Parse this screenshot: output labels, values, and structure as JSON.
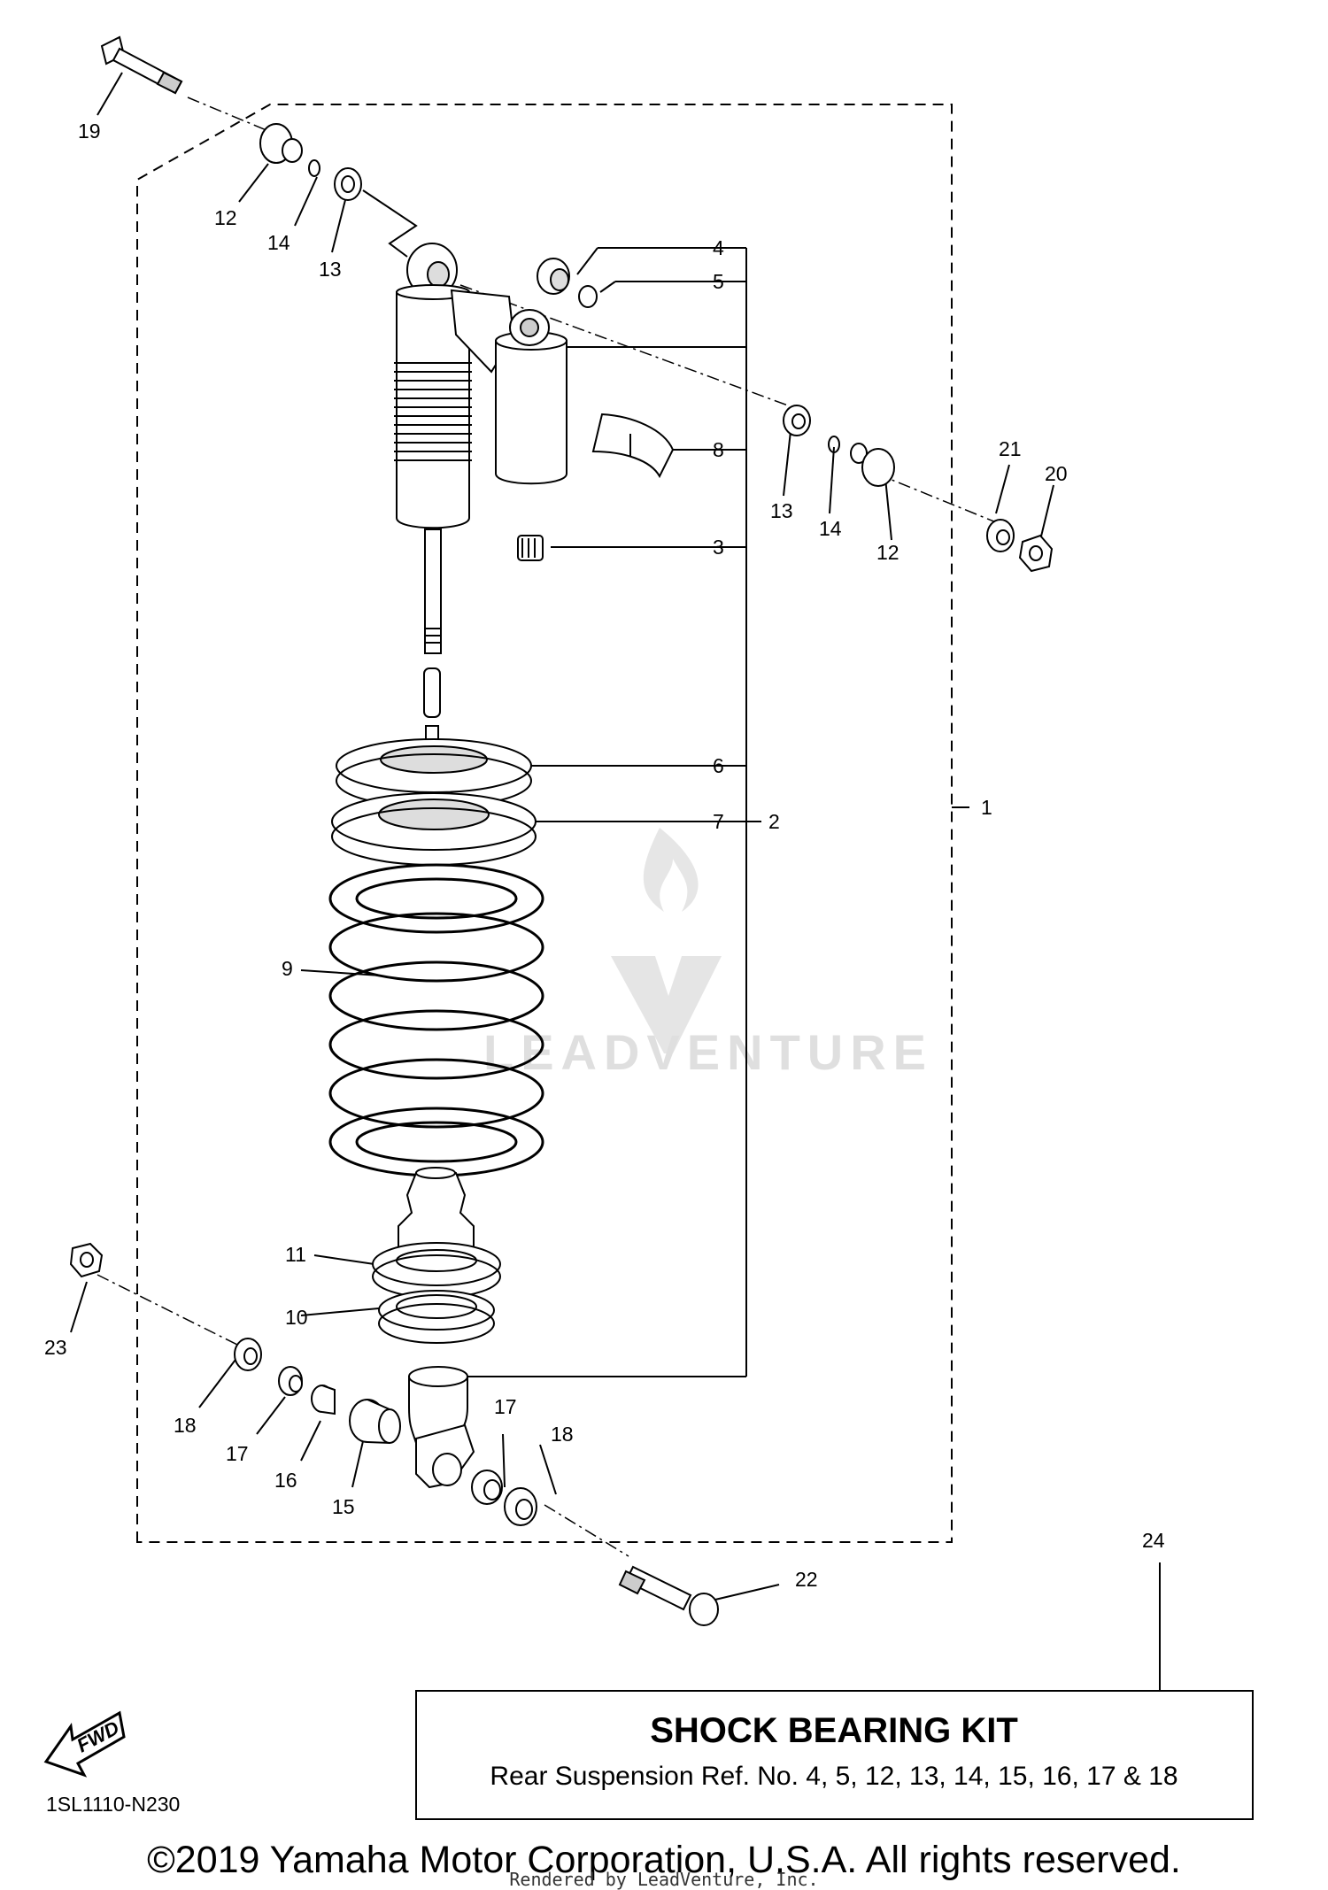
{
  "diagram": {
    "code": "1SL1110-N230",
    "fwd_label": "FWD",
    "watermark": "LEADVENTURE",
    "copyright": "©2019 Yamaha Motor Corporation, U.S.A. All rights reserved.",
    "rendered_by": "Rendered by LeadVenture, Inc."
  },
  "kit_box": {
    "title": "SHOCK BEARING KIT",
    "subtitle": "Rear Suspension Ref. No. 4, 5, 12, 13, 14, 15, 16, 17 & 18",
    "ref": "24"
  },
  "callouts": {
    "c1": "1",
    "c2": "2",
    "c3": "3",
    "c4": "4",
    "c5": "5",
    "c6": "6",
    "c7": "7",
    "c8": "8",
    "c9": "9",
    "c10": "10",
    "c11": "11",
    "c12a": "12",
    "c12b": "12",
    "c13a": "13",
    "c13b": "13",
    "c14a": "14",
    "c14b": "14",
    "c15": "15",
    "c16": "16",
    "c17a": "17",
    "c17b": "17",
    "c18a": "18",
    "c18b": "18",
    "c19": "19",
    "c20": "20",
    "c21": "21",
    "c22": "22",
    "c23": "23"
  }
}
